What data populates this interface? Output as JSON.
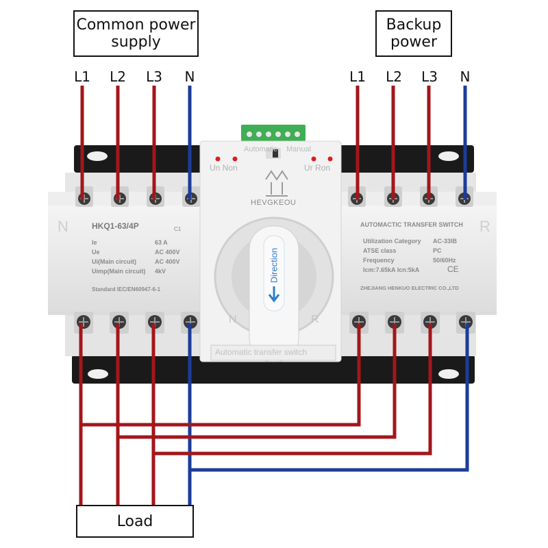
{
  "labels": {
    "common_power": "Common power\nsupply",
    "backup_power": "Backup\npower",
    "load": "Load"
  },
  "terminals": {
    "left": [
      "L1",
      "L2",
      "L3",
      "N"
    ],
    "right": [
      "L1",
      "L2",
      "L3",
      "N"
    ]
  },
  "device": {
    "brand": "HEVGKEOU",
    "side_left": "N",
    "side_right": "R",
    "mode_auto": "Automatic",
    "mode_manual": "Manual",
    "status_left": "Un  Non",
    "status_right": "Ur  Ron",
    "handle_text": "Direction",
    "handle_left": "N",
    "handle_right": "R",
    "bottom_text": "Automatic transfer switch",
    "left_plate": {
      "model": "HKQ1-63/4P",
      "class": "C1",
      "rows": [
        {
          "k": "Ie",
          "v": "63 A"
        },
        {
          "k": "Ue",
          "v": "AC 400V"
        },
        {
          "k": "Ui(Main circuit)",
          "v": "AC 400V"
        },
        {
          "k": "Uimp(Main circuit)",
          "v": "4kV"
        }
      ],
      "standard": "Standard IEC/EN60947-6-1"
    },
    "right_plate": {
      "title": "AUTOMACTIC TRANSFER SWITCH",
      "rows": [
        {
          "k": "Utilization Category",
          "v": "AC-33IB"
        },
        {
          "k": "ATSE class",
          "v": "PC"
        },
        {
          "k": "Frequency",
          "v": "50/60Hz"
        },
        {
          "k": "Icm:7.65kA  Icn:5kA",
          "v": ""
        }
      ],
      "maker": "ZHEJIANG HENKUO ELECTRIC CO.,LTD"
    }
  },
  "colors": {
    "phase_wire": "#a3161b",
    "neutral_wire": "#1b3d9a",
    "body": "#ececec",
    "rail": "#1a1a1a"
  }
}
